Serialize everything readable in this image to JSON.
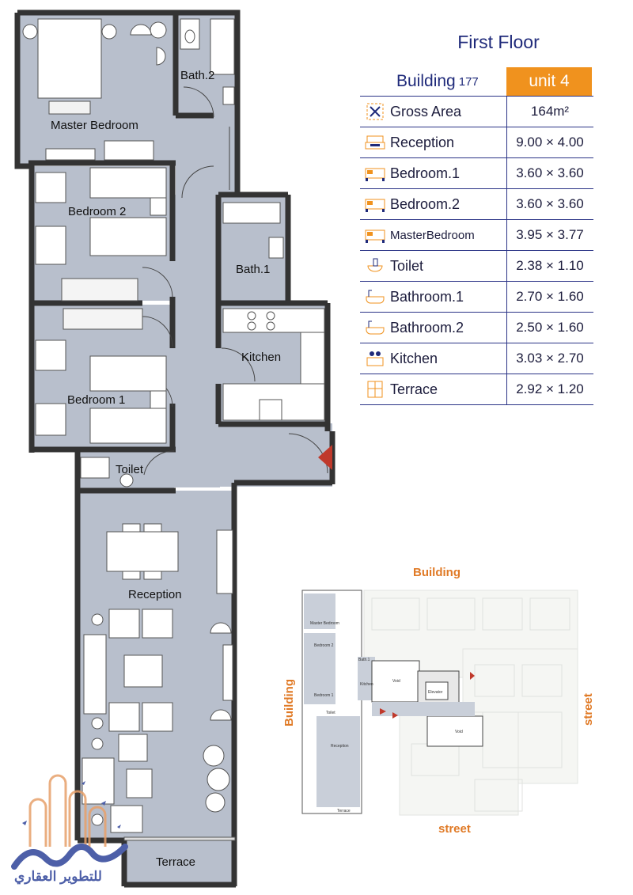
{
  "header": {
    "floor_title": "First Floor",
    "building_label": "Building",
    "building_number": "177",
    "unit_label": "unit 4"
  },
  "specs": [
    {
      "icon": "area-icon",
      "name": "Gross Area",
      "value": "164m²"
    },
    {
      "icon": "sofa-icon",
      "name": "Reception",
      "value": "9.00 × 4.00"
    },
    {
      "icon": "bed-icon",
      "name": "Bedroom.1",
      "value": "3.60 × 3.60"
    },
    {
      "icon": "bed-icon",
      "name": "Bedroom.2",
      "value": "3.60 × 3.60"
    },
    {
      "icon": "bed-icon",
      "name": "MasterBedroom",
      "value": "3.95 × 3.77"
    },
    {
      "icon": "toilet-icon",
      "name": "Toilet",
      "value": "2.38 × 1.10"
    },
    {
      "icon": "bathtub-icon",
      "name": "Bathroom.1",
      "value": "2.70 × 1.60"
    },
    {
      "icon": "bathtub-icon",
      "name": "Bathroom.2",
      "value": "2.50 × 1.60"
    },
    {
      "icon": "kitchen-icon",
      "name": "Kitchen",
      "value": "3.03 × 2.70"
    },
    {
      "icon": "window-icon",
      "name": "Terrace",
      "value": "2.92 × 1.20"
    }
  ],
  "plan_labels": {
    "master_bedroom": "Master Bedroom",
    "bath2": "Bath.2",
    "bedroom2": "Bedroom 2",
    "bath1": "Bath.1",
    "kitchen": "Kitchen",
    "bedroom1": "Bedroom 1",
    "toilet": "Toilet",
    "reception": "Reception",
    "terrace": "Terrace"
  },
  "key_plan": {
    "top_label": "Building",
    "left_label": "Building",
    "right_label": "street",
    "bottom_label": "street",
    "rooms": [
      "Master Bedroom",
      "Bedroom 2",
      "Bath.1",
      "Kitchen",
      "Bedroom 1",
      "Toilet",
      "Reception",
      "Terrace",
      "Void",
      "Void",
      "Elevator"
    ]
  },
  "logo": {
    "text": "للتطوير العقاري"
  },
  "colors": {
    "floor": "#b8bfcc",
    "wall": "#333333",
    "accent_orange": "#f0921e",
    "navy": "#1f2a7a",
    "door_marker": "#c0392b"
  }
}
